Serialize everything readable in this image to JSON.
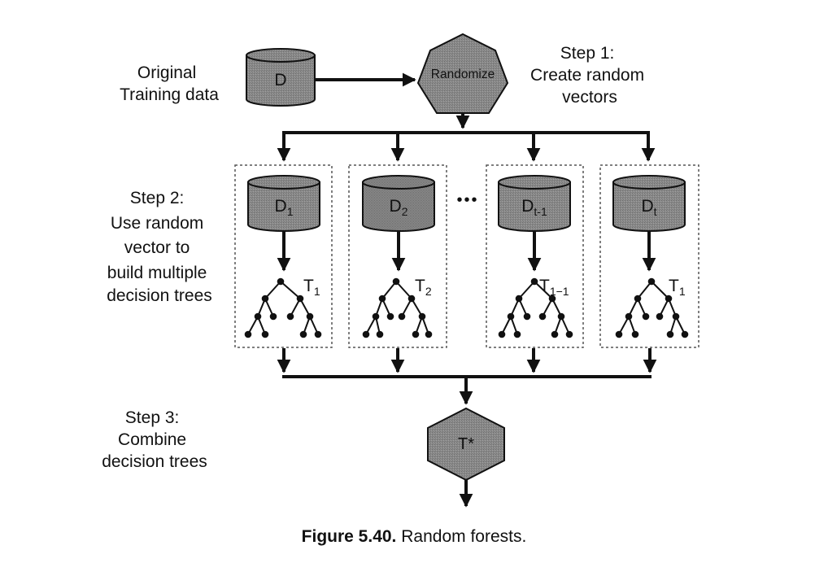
{
  "labels": {
    "original": [
      "Original",
      "Training data"
    ],
    "step1": [
      "Step 1:",
      "Create random",
      "vectors"
    ],
    "step2": [
      "Step 2:",
      "Use random",
      "vector to",
      "build multiple",
      "decision trees"
    ],
    "step3": [
      "Step 3:",
      "Combine",
      "decision trees"
    ]
  },
  "nodes": {
    "data": "D",
    "randomize": "Randomize",
    "result": "T*",
    "ellipsis": "•••"
  },
  "subsets": [
    {
      "base": "D",
      "sub": "1"
    },
    {
      "base": "D",
      "sub": "2"
    },
    {
      "base": "D",
      "sub": "t-1"
    },
    {
      "base": "D",
      "sub": "t"
    }
  ],
  "trees": [
    {
      "base": "T",
      "sub": "1"
    },
    {
      "base": "T",
      "sub": "2"
    },
    {
      "base": "T",
      "sub": "1−1"
    },
    {
      "base": "T",
      "sub": "1"
    }
  ],
  "caption": {
    "number": "Figure 5.40.",
    "text": "Random forests."
  },
  "colors": {
    "node_fill": "#8c8c8c",
    "stroke": "#111111",
    "dashed_border": "#555555"
  }
}
